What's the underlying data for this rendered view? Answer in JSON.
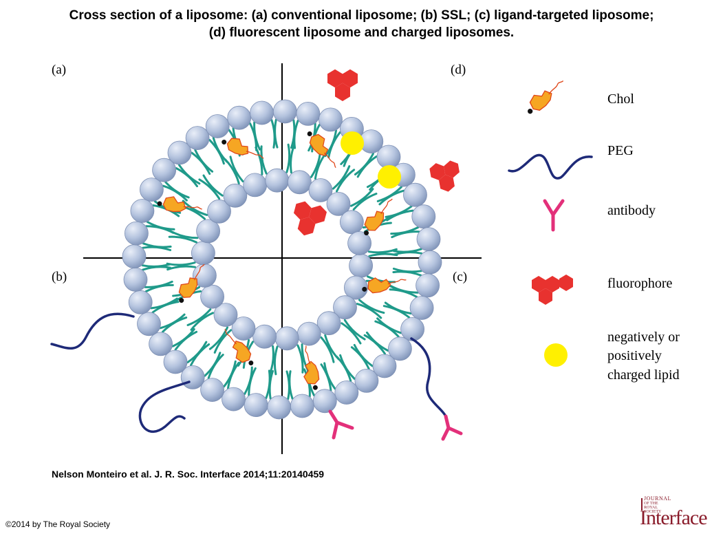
{
  "title": {
    "line1": "Cross section of a liposome: (a) conventional liposome; (b) SSL; (c) ligand-targeted liposome;",
    "line2": "(d) fluorescent liposome and charged liposomes."
  },
  "panels": {
    "a": "(a)",
    "b": "(b)",
    "c": "(c)",
    "d": "(d)"
  },
  "legend": {
    "chol": "Chol",
    "peg": "PEG",
    "antibody": "antibody",
    "fluorophore": "fluorophore",
    "charged_line1": "negatively or",
    "charged_line2": "positively",
    "charged_line3": "charged lipid"
  },
  "colors": {
    "head": "#b4c3de",
    "tail": "#1f9a8a",
    "chol_fill": "#f6a623",
    "chol_edge": "#e0481b",
    "peg": "#1e2a78",
    "antibody": "#e3307a",
    "fluorophore": "#e8322f",
    "charged": "#fff000"
  },
  "citation": "Nelson Monteiro et al. J. R. Soc. Interface 2014;11:20140459",
  "copyright": "©2014 by The Royal Society",
  "logo": {
    "journal": "JOURNAL",
    "society": "OF THE ROYAL SOCIETY",
    "name": "Interface"
  }
}
